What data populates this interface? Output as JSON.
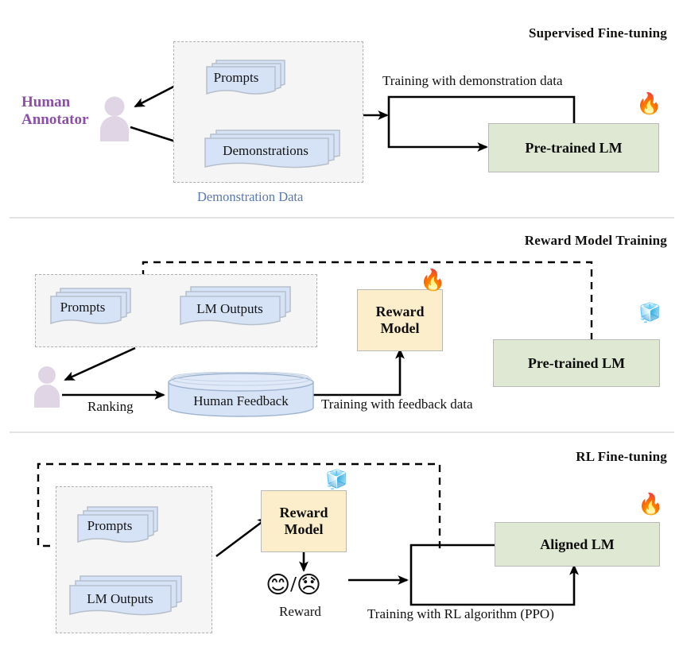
{
  "figure": {
    "kind": "rlhf-pipeline-diagram",
    "colors": {
      "lm_box": "#dfe8d3",
      "reward_box": "#fceecb",
      "document": "#d6e3f7",
      "document_border": "#b6bfcb",
      "person": "#e0d5e4",
      "group_fill": "#f5f5f5",
      "group_border": "#b0b0b0",
      "group_label_text": "#5878b4",
      "annotator_text": "#8c4fa8",
      "divider": "#e3e3e3",
      "wire": "#000000"
    }
  },
  "stage1": {
    "title": "Supervised Fine-tuning",
    "annotator_line1": "Human",
    "annotator_line2": "Annotator",
    "annotator_icon": "person-icon",
    "group_label": "Demonstration Data",
    "docs": [
      {
        "label": "Prompts"
      },
      {
        "label": "Demonstrations"
      }
    ],
    "arrow_caption": "Training with demonstration data",
    "model": {
      "label": "Pre-trained LM",
      "badge": "🔥",
      "badge_name": "fire-emoji"
    }
  },
  "stage2": {
    "title": "Reward Model Training",
    "docs": [
      {
        "label": "Prompts"
      },
      {
        "label": "LM Outputs"
      }
    ],
    "person_icon": "person-icon",
    "ranking_caption": "Ranking",
    "database": {
      "label": "Human Feedback"
    },
    "feedback_caption": "Training with feedback data",
    "reward_model": {
      "label_line1": "Reward",
      "label_line2": "Model",
      "badge": "🔥",
      "badge_name": "fire-emoji"
    },
    "pretrained_model": {
      "label": "Pre-trained LM",
      "badge": "🧊",
      "badge_name": "ice-cube-emoji"
    }
  },
  "stage3": {
    "title": "RL Fine-tuning",
    "docs": [
      {
        "label": "Prompts"
      },
      {
        "label": "LM Outputs"
      }
    ],
    "reward_model": {
      "label_line1": "Reward",
      "label_line2": "Model",
      "badge": "🧊",
      "badge_name": "ice-cube-emoji"
    },
    "reward_faces": {
      "positive": "😊",
      "separator": "/",
      "negative": "😞",
      "label": "Reward"
    },
    "training_caption": "Training with RL algorithm (PPO)",
    "model": {
      "label": "Aligned LM",
      "badge": "🔥",
      "badge_name": "fire-emoji"
    }
  }
}
